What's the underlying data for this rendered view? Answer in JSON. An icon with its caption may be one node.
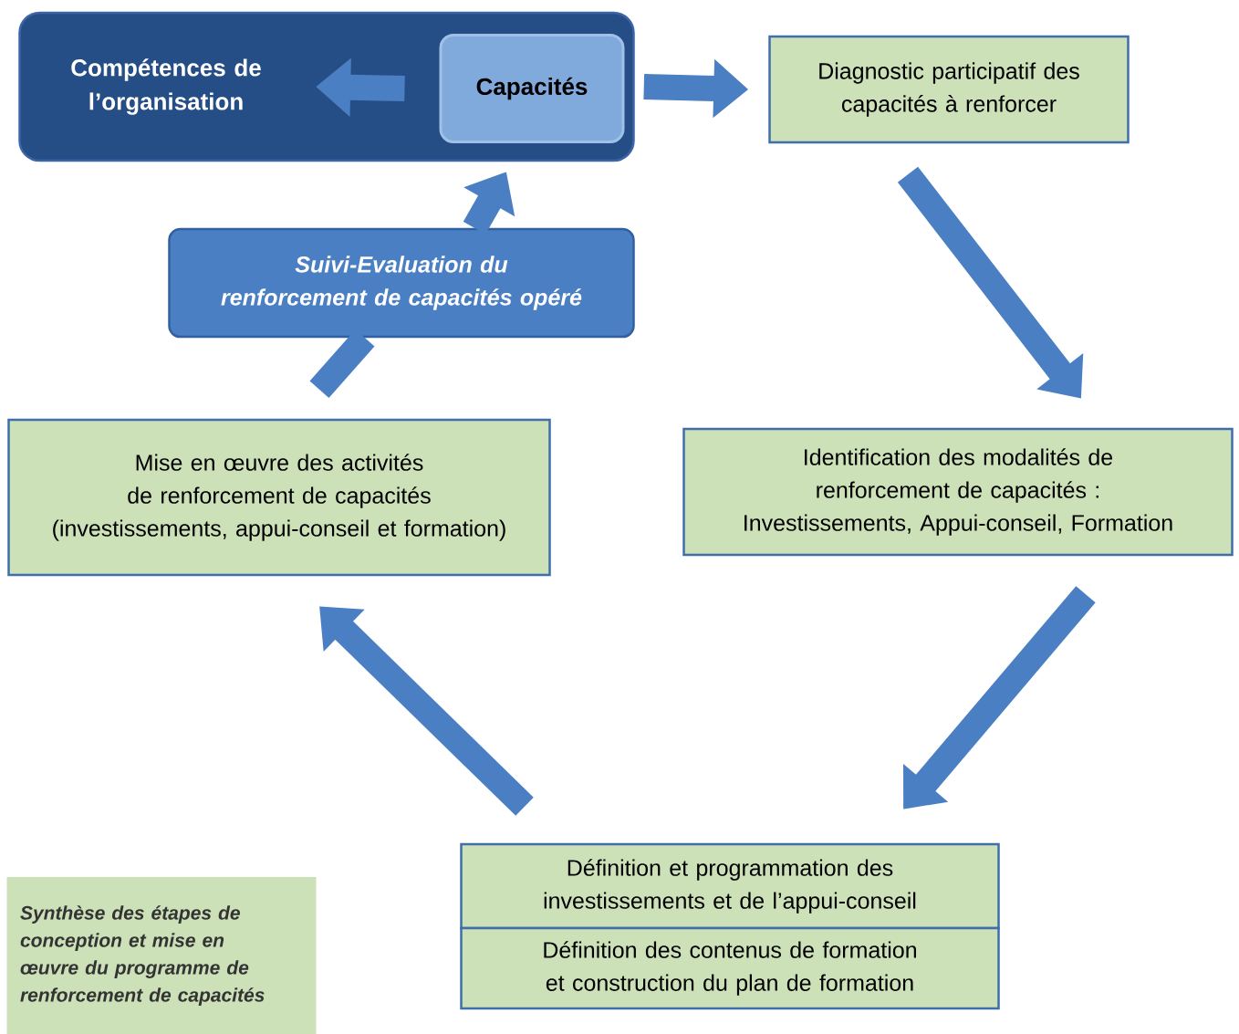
{
  "diagram": {
    "nodes": [
      {
        "text": [
          "Compétences de l’organisation"
        ]
      },
      {
        "text": [
          "Capacités"
        ],
        "in": 0
      },
      {
        "text": [
          "Diagnostic participatif des capacités à renforcer"
        ]
      },
      {
        "text": [
          "Identification des modalités de renforcement de capacités : Investissements, Appui-conseil, Formation"
        ]
      },
      {
        "text": [
          "Définition et programmation des investissements et de l’appui-conseil"
        ]
      },
      {
        "text": [
          "Définition des contenus de formation et construction du plan de formation"
        ]
      },
      {
        "text": [
          "Mise en œuvre des activités de renforcement de capacités (investissements, appui-conseil et formation)"
        ]
      },
      {
        "text": [
          "Suivi-Evaluation du renforcement de capacités opéré"
        ]
      },
      {
        "text": [
          "Synthèse des étapes de conception et mise en œuvre du programme de renforcement de capacités"
        ]
      }
    ],
    "edges": [
      {
        "from": 1,
        "to": 0,
        "arrow": "to"
      },
      {
        "from": 0,
        "to": 2,
        "arrow": "to"
      },
      {
        "from": 2,
        "to": 3,
        "arrow": "to"
      },
      {
        "from": 3,
        "to": 4,
        "arrow": "to"
      },
      {
        "from": 4,
        "to": 6,
        "arrow": "to"
      },
      {
        "from": 6,
        "to": 7,
        "arrow": "none"
      },
      {
        "from": 7,
        "to": 0,
        "arrow": "to"
      }
    ]
  }
}
